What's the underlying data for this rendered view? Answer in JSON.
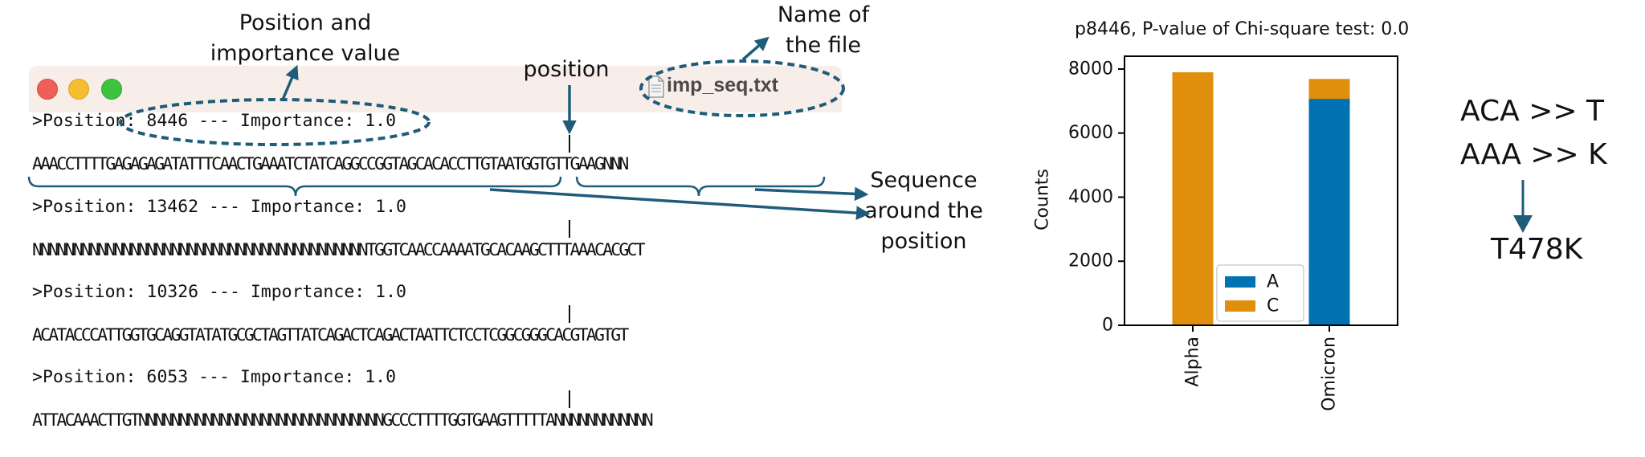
{
  "colors": {
    "annotation": "#1f5c7a",
    "series_A": "#0072b2",
    "series_C": "#e08f0c",
    "window_bar": "#f7eeea"
  },
  "annotations": {
    "position_importance": "Position and importance value",
    "name_of_file": "Name of the file",
    "position": "position",
    "sequence_around": "Sequence around the position"
  },
  "file": {
    "name": "imp_seq.txt",
    "icon": "text-file-icon",
    "entries": [
      {
        "header": ">Position: 8446 --- Importance: 1.0",
        "sequence": "AAACCTTTTGAGAGAGATATTTCAACTGAAATCTATCAGGCCGGTAGCACACCTTGTAATGGTGTTGAAGNNN"
      },
      {
        "header": ">Position: 13462 --- Importance: 1.0",
        "sequence": "NNNNNNNNNNNNNNNNNNNNNNNNNNNNNNNNNNNNNNNNNTGGTCAACCAAAATGCACAAGCTTTAAACACGCT"
      },
      {
        "header": ">Position: 10326 --- Importance: 1.0",
        "sequence": "ACATACCCATTGGTGCAGGTATATGCGCTAGTTATCAGACTCAGACTAATTCTCCTCGGCGGGCACGTAGTGT"
      },
      {
        "header": ">Position: 6053 --- Importance: 1.0",
        "sequence": "ATTACAAACTTGTNNNNNNNNNNNNNNNNNNNNNNNNNNNNNNGCCCTTTTGGTGAAGTTTTTANNNNNNNNNNNN"
      }
    ]
  },
  "chart_data": {
    "type": "bar",
    "stacked": true,
    "title": "p8446, P-value of Chi-square test: 0.0",
    "xlabel": "",
    "ylabel": "Counts",
    "categories": [
      "Alpha",
      "Omicron"
    ],
    "series": [
      {
        "name": "A",
        "values": [
          0,
          7070
        ]
      },
      {
        "name": "C",
        "values": [
          7900,
          620
        ]
      }
    ],
    "ylim": [
      0,
      8400
    ],
    "yticks": [
      0,
      2000,
      4000,
      6000,
      8000
    ],
    "grid": false,
    "legend": "lower-center"
  },
  "mutation": {
    "line1": "ACA >> T",
    "line2": "AAA >> K",
    "result": "T478K"
  }
}
